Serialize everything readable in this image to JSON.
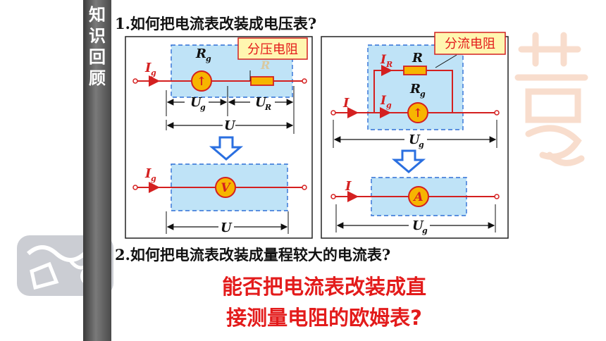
{
  "side_title": [
    "知",
    "识",
    "回",
    "顾"
  ],
  "questions": {
    "q1": "1.如何把电流表改装成电压表?",
    "q2": "2.如何把电流表改装成量程较大的电流表?"
  },
  "headline": {
    "line1": "能否把电流表改装成直",
    "line2": "接测量电阻的欧姆表?"
  },
  "left_diagram": {
    "callout": "分压电阻",
    "current": "I",
    "current_sub": "g",
    "rg": "R",
    "rg_sub": "g",
    "r_faded": "R",
    "ug": "U",
    "ug_sub": "g",
    "ur": "U",
    "ur_sub": "R",
    "u_total": "U",
    "meter_symbol": "↑",
    "voltmeter": "V"
  },
  "right_diagram": {
    "callout": "分流电阻",
    "ir": "I",
    "ir_sub": "R",
    "r": "R",
    "rg": "R",
    "rg_sub": "g",
    "ig": "I",
    "ig_sub": "g",
    "current": "I",
    "ug": "U",
    "ug_sub": "g",
    "meter_symbol": "↑",
    "ammeter": "A"
  },
  "colors": {
    "accent_red": "#e31b1b",
    "wire": "#d42020",
    "box_fill": "#bfe3f7",
    "box_border": "#2f6fd6",
    "meter_fill": "#f7b500",
    "callout_fill": "#fff6b0",
    "arrow_blue": "#2a6fe0"
  }
}
